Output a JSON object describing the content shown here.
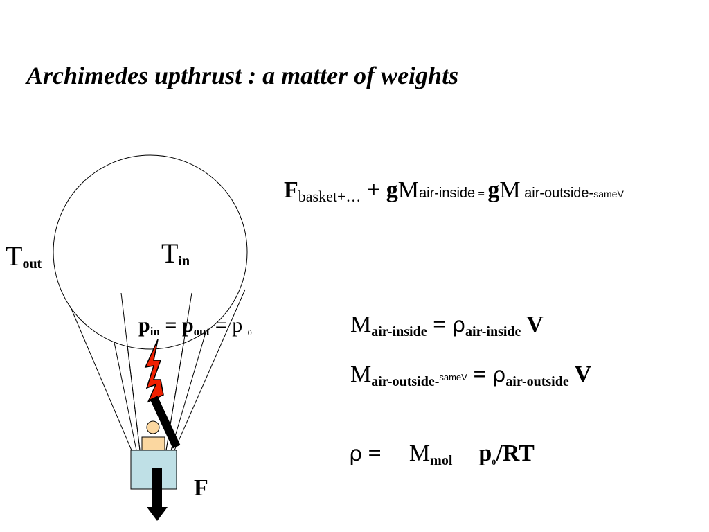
{
  "slide": {
    "title": "Archimedes upthrust : a matter of weights"
  },
  "diagram": {
    "t_out": {
      "main": "T",
      "sub": "out"
    },
    "t_in": {
      "main": "T",
      "sub": "in"
    },
    "pressure": {
      "p": "p",
      "in": "in",
      "eq1": " = ",
      "out": "out",
      "eq2": " = ",
      "p0": "p",
      "p0_sub": "0"
    },
    "force": "F"
  },
  "equations": {
    "main": {
      "f": "F",
      "f_sub": "basket+…",
      "plus": " + ",
      "g1": "g",
      "m1": "M",
      "m1_sub": "air-inside",
      "eq": " = ",
      "g2": "g",
      "m2": "M",
      "m2_sub": " air-outside-",
      "m2_sub2": "sameV"
    },
    "inside": {
      "m": "M",
      "m_sub": "air-inside",
      "eq": " = ",
      "rho": "ρ",
      "rho_sub": "air-inside",
      "v": " V"
    },
    "outside": {
      "m": "M",
      "m_sub": "air-outside-",
      "m_sub2": "sameV",
      "eq": " = ",
      "rho": "ρ",
      "rho_sub": "air-outside",
      "v": " V"
    },
    "rho_def": {
      "rho": "ρ",
      "eq": " =",
      "m": "M",
      "m_sub": "mol",
      "p": "p",
      "p_sub": "0",
      "rt": "/RT"
    }
  },
  "colors": {
    "flame": "#f02000",
    "basket": "#bfe0e6",
    "person": "#fbd7a0"
  }
}
